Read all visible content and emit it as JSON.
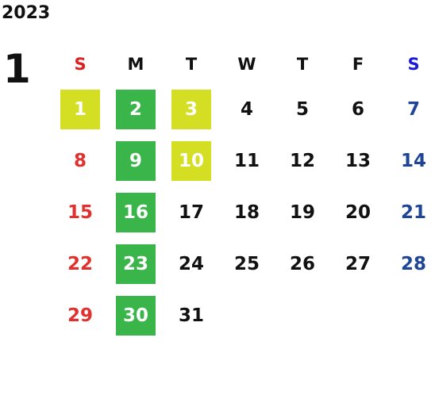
{
  "year": "2023",
  "month": "1",
  "weekdays": [
    "S",
    "M",
    "T",
    "W",
    "T",
    "F",
    "S"
  ],
  "weeks": [
    [
      "",
      "",
      "",
      "",
      "",
      "",
      ""
    ],
    [
      "1",
      "2",
      "3",
      "4",
      "5",
      "6",
      "7"
    ],
    [
      "8",
      "9",
      "10",
      "11",
      "12",
      "13",
      "14"
    ],
    [
      "15",
      "16",
      "17",
      "18",
      "19",
      "20",
      "21"
    ],
    [
      "22",
      "23",
      "24",
      "25",
      "26",
      "27",
      "28"
    ],
    [
      "29",
      "30",
      "31",
      "",
      "",
      "",
      ""
    ]
  ],
  "highlights": {
    "1": "holiday",
    "2": "closed",
    "3": "holiday",
    "9": "closed",
    "10": "holiday",
    "16": "closed",
    "23": "closed",
    "30": "closed"
  },
  "colors": {
    "sunday_header": "#e02020",
    "saturday_header": "#1a1adc",
    "sunday_date": "#e0312f",
    "saturday_date": "#1f4596",
    "weekday": "#111111",
    "closed_box": "#3ab54a",
    "holiday_box": "#d4de22",
    "box_text": "#ffffff"
  }
}
